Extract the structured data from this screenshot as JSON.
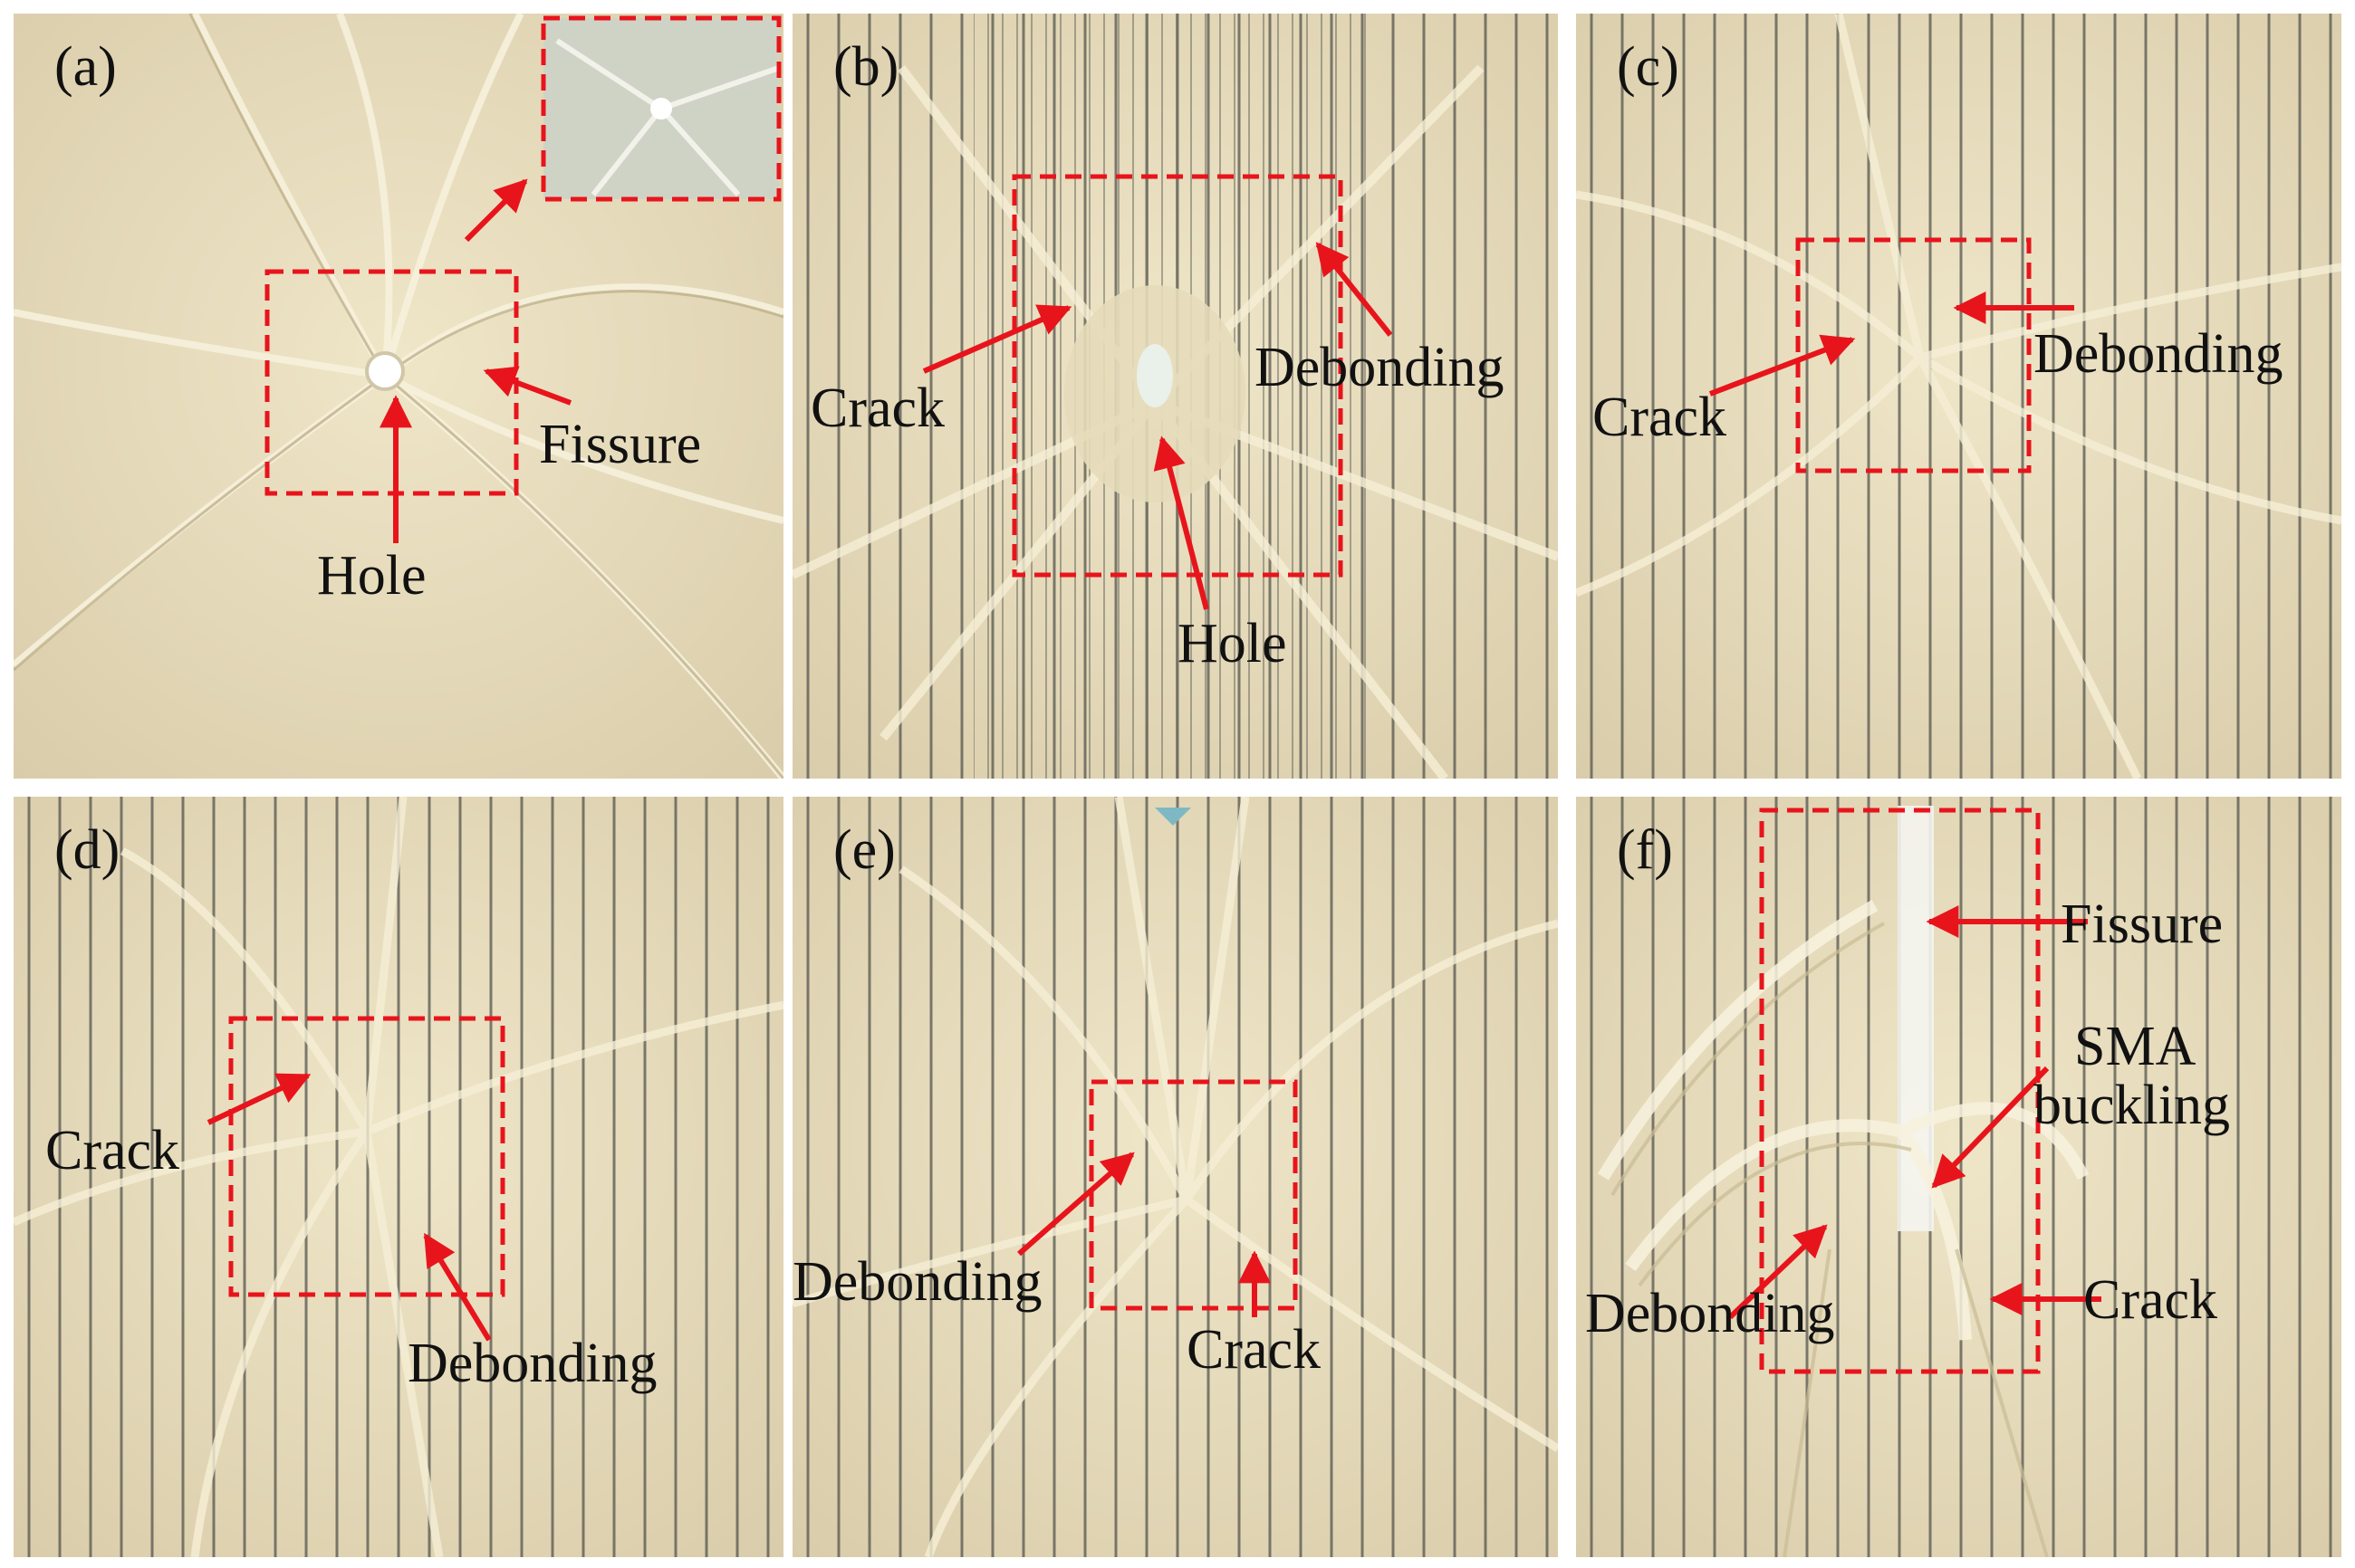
{
  "panels": [
    {
      "id": "a",
      "tag": "(a)",
      "labels": {
        "fissure": "Fissure",
        "hole": "Hole"
      }
    },
    {
      "id": "b",
      "tag": "(b)",
      "labels": {
        "crack": "Crack",
        "debonding": "Debonding",
        "hole": "Hole"
      }
    },
    {
      "id": "c",
      "tag": "(c)",
      "labels": {
        "crack": "Crack",
        "debonding": "Debonding"
      }
    },
    {
      "id": "d",
      "tag": "(d)",
      "labels": {
        "crack": "Crack",
        "debonding": "Debonding"
      }
    },
    {
      "id": "e",
      "tag": "(e)",
      "labels": {
        "debonding": "Debonding",
        "crack": "Crack"
      }
    },
    {
      "id": "f",
      "tag": "(f)",
      "labels": {
        "fissure": "Fissure",
        "sma1": "SMA",
        "sma2": "buckling",
        "debonding": "Debonding",
        "crack": "Crack"
      }
    }
  ],
  "colors": {
    "annotation": "#e8141c",
    "resin": "#e2d8b8",
    "wire": "#5a5a55",
    "background": "#ffffff"
  }
}
